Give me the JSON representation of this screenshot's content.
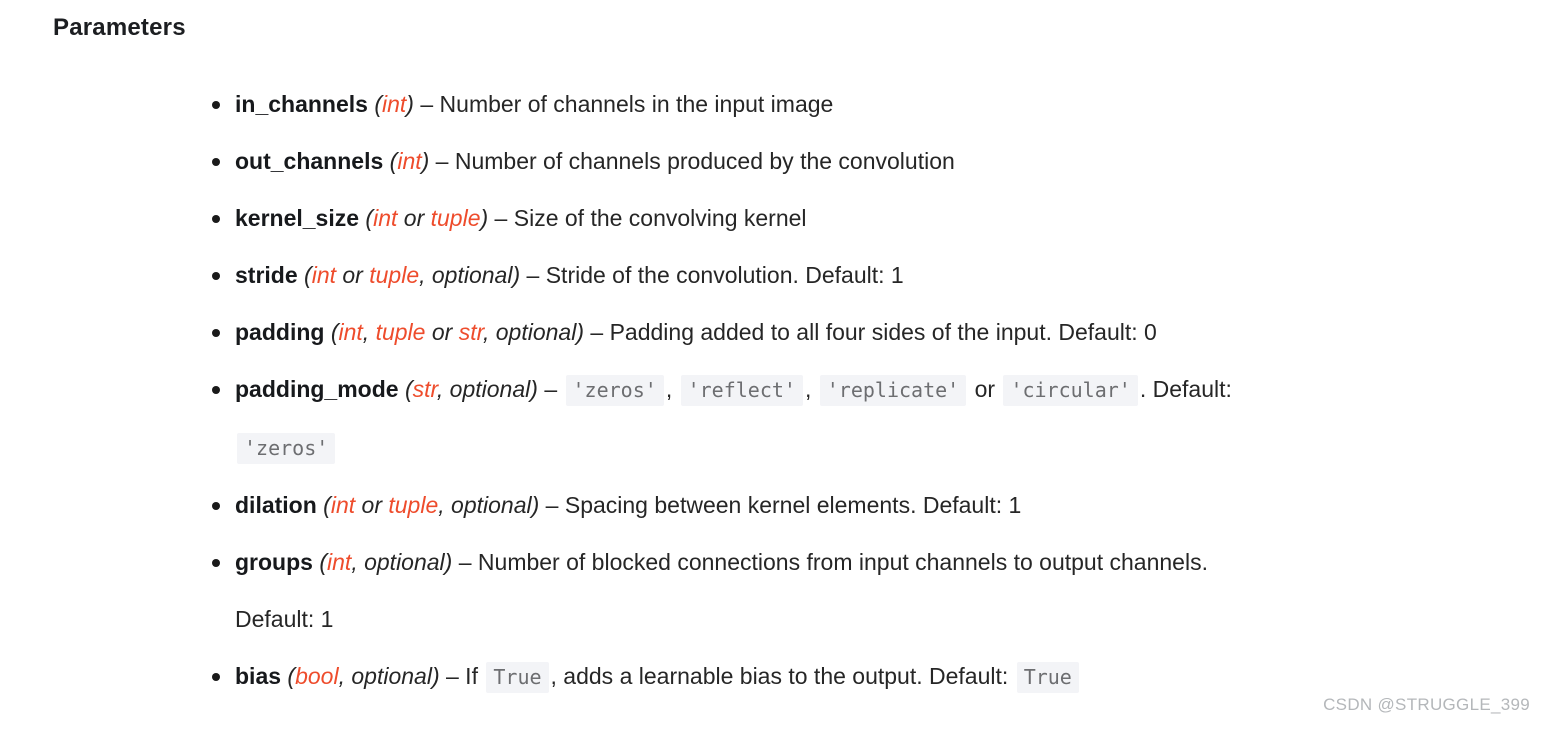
{
  "page": {
    "heading": "Parameters",
    "watermark": "CSDN @STRUGGLE_399"
  },
  "colors": {
    "heading": "#1c1e21",
    "body_text": "#262626",
    "param_name": "#17191c",
    "type_link": "#ee4c2c",
    "code_text": "#6d6e71",
    "code_bg": "#f3f4f7",
    "bullet": "#1a1a1a",
    "watermark": "#b4b7ba"
  },
  "parameters": [
    {
      "name": "in_channels",
      "segments": [
        {
          "k": "i",
          "t": " ("
        },
        {
          "k": "type",
          "t": "int"
        },
        {
          "k": "i",
          "t": ")"
        },
        {
          "k": "plain",
          "t": " – Number of channels in the input image"
        }
      ]
    },
    {
      "name": "out_channels",
      "segments": [
        {
          "k": "i",
          "t": " ("
        },
        {
          "k": "type",
          "t": "int"
        },
        {
          "k": "i",
          "t": ")"
        },
        {
          "k": "plain",
          "t": " – Number of channels produced by the convolution"
        }
      ]
    },
    {
      "name": "kernel_size",
      "segments": [
        {
          "k": "i",
          "t": " ("
        },
        {
          "k": "type",
          "t": "int"
        },
        {
          "k": "i",
          "t": " or "
        },
        {
          "k": "type",
          "t": "tuple"
        },
        {
          "k": "i",
          "t": ")"
        },
        {
          "k": "plain",
          "t": " – Size of the convolving kernel"
        }
      ]
    },
    {
      "name": "stride",
      "segments": [
        {
          "k": "i",
          "t": " ("
        },
        {
          "k": "type",
          "t": "int"
        },
        {
          "k": "i",
          "t": " or "
        },
        {
          "k": "type",
          "t": "tuple"
        },
        {
          "k": "i",
          "t": ", optional"
        },
        {
          "k": "i",
          "t": ")"
        },
        {
          "k": "plain",
          "t": " – Stride of the convolution. Default: 1"
        }
      ]
    },
    {
      "name": "padding",
      "segments": [
        {
          "k": "i",
          "t": " ("
        },
        {
          "k": "type",
          "t": "int"
        },
        {
          "k": "i",
          "t": ", "
        },
        {
          "k": "type",
          "t": "tuple"
        },
        {
          "k": "i",
          "t": " or "
        },
        {
          "k": "type",
          "t": "str"
        },
        {
          "k": "i",
          "t": ", optional"
        },
        {
          "k": "i",
          "t": ")"
        },
        {
          "k": "plain",
          "t": " – Padding added to all four sides of the input. Default: 0"
        }
      ]
    },
    {
      "name": "padding_mode",
      "segments": [
        {
          "k": "i",
          "t": " ("
        },
        {
          "k": "type",
          "t": "str"
        },
        {
          "k": "i",
          "t": ", optional"
        },
        {
          "k": "i",
          "t": ")"
        },
        {
          "k": "plain",
          "t": " – "
        },
        {
          "k": "code",
          "t": "'zeros'"
        },
        {
          "k": "plain",
          "t": ", "
        },
        {
          "k": "code",
          "t": "'reflect'"
        },
        {
          "k": "plain",
          "t": ", "
        },
        {
          "k": "code",
          "t": "'replicate'"
        },
        {
          "k": "plain",
          "t": " or "
        },
        {
          "k": "code",
          "t": "'circular'"
        },
        {
          "k": "plain",
          "t": ". Default:"
        },
        {
          "k": "br",
          "t": ""
        },
        {
          "k": "code",
          "t": "'zeros'"
        }
      ]
    },
    {
      "name": "dilation",
      "segments": [
        {
          "k": "i",
          "t": " ("
        },
        {
          "k": "type",
          "t": "int"
        },
        {
          "k": "i",
          "t": " or "
        },
        {
          "k": "type",
          "t": "tuple"
        },
        {
          "k": "i",
          "t": ", optional"
        },
        {
          "k": "i",
          "t": ")"
        },
        {
          "k": "plain",
          "t": " – Spacing between kernel elements. Default: 1"
        }
      ]
    },
    {
      "name": "groups",
      "segments": [
        {
          "k": "i",
          "t": " ("
        },
        {
          "k": "type",
          "t": "int"
        },
        {
          "k": "i",
          "t": ", optional"
        },
        {
          "k": "i",
          "t": ")"
        },
        {
          "k": "plain",
          "t": " – Number of blocked connections from input channels to output channels."
        },
        {
          "k": "br",
          "t": ""
        },
        {
          "k": "plain",
          "t": "Default: 1"
        }
      ]
    },
    {
      "name": "bias",
      "segments": [
        {
          "k": "i",
          "t": " ("
        },
        {
          "k": "type",
          "t": "bool"
        },
        {
          "k": "i",
          "t": ", optional"
        },
        {
          "k": "i",
          "t": ")"
        },
        {
          "k": "plain",
          "t": " – If "
        },
        {
          "k": "code",
          "t": "True"
        },
        {
          "k": "plain",
          "t": ", adds a learnable bias to the output. Default: "
        },
        {
          "k": "code",
          "t": "True"
        }
      ]
    }
  ]
}
